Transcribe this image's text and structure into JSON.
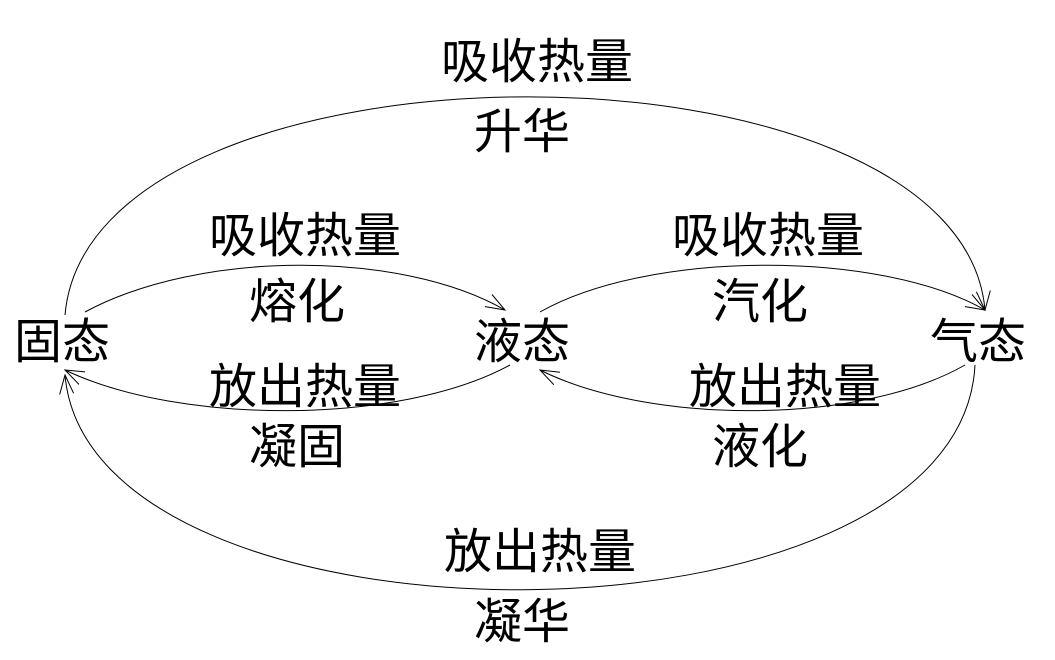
{
  "states": {
    "solid": "固态",
    "liquid": "液态",
    "gas": "气态"
  },
  "transitions": {
    "sublimation": {
      "heat": "吸收热量",
      "name": "升华"
    },
    "melting": {
      "heat": "吸收热量",
      "name": "熔化"
    },
    "freezing": {
      "heat": "放出热量",
      "name": "凝固"
    },
    "vaporization": {
      "heat": "吸收热量",
      "name": "汽化"
    },
    "condensation": {
      "heat": "放出热量",
      "name": "液化"
    },
    "deposition": {
      "heat": "放出热量",
      "name": "凝华"
    }
  },
  "colors": {
    "line": "#000000",
    "background": "#ffffff"
  }
}
